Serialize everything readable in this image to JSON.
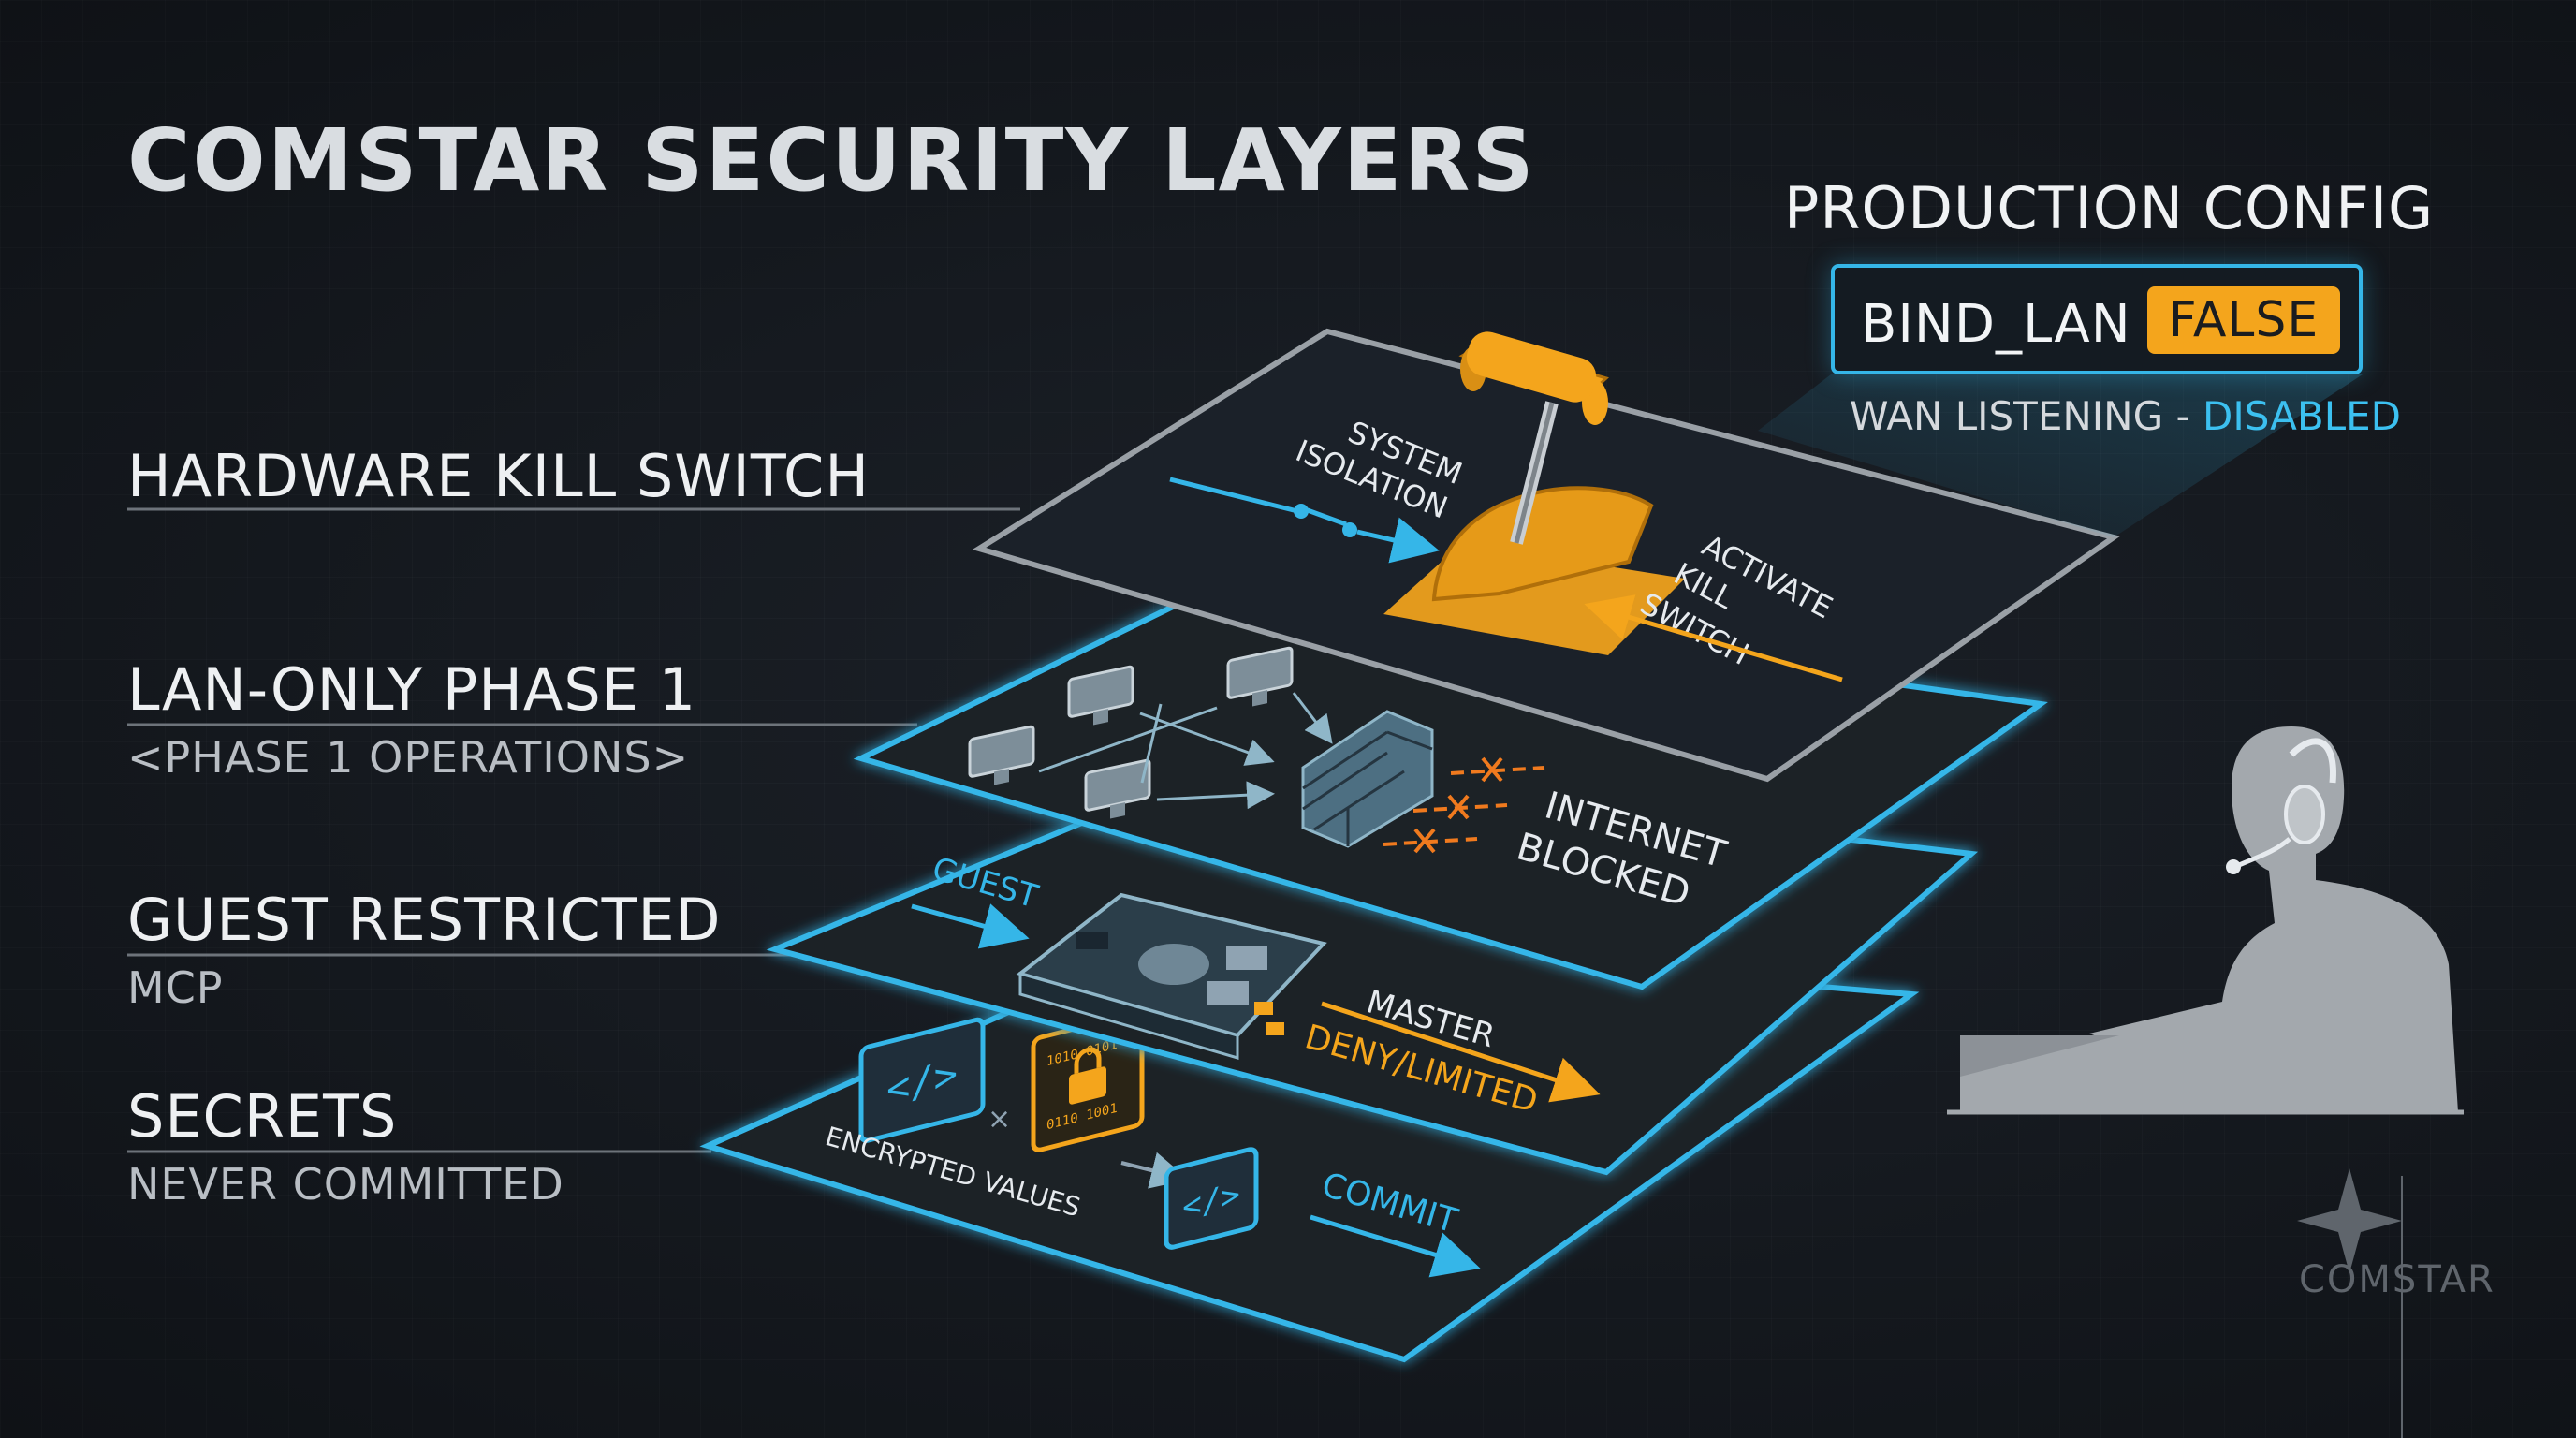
{
  "title": "COMSTAR SECURITY LAYERS",
  "layers": [
    {
      "label": "HARDWARE KILL SWITCH",
      "sublabel": ""
    },
    {
      "label": "LAN-ONLY PHASE 1",
      "sublabel": "<PHASE 1 OPERATIONS>"
    },
    {
      "label": "GUEST RESTRICTED",
      "sublabel": "MCP"
    },
    {
      "label": "SECRETS",
      "sublabel": "NEVER COMMITTED"
    }
  ],
  "config": {
    "title": "PRODUCTION CONFIG",
    "key": "BIND_LAN",
    "value": "FALSE",
    "wan_prefix": "WAN LISTENING",
    "wan_separator": "-",
    "wan_state": "DISABLED"
  },
  "diagram": {
    "kill_switch_system": [
      "SYSTEM",
      "ISOLATION"
    ],
    "kill_switch_activate": [
      "ACTIVATE",
      "KILL",
      "SWITCH"
    ],
    "internet": [
      "INTERNET",
      "BLOCKED"
    ],
    "guest": "GUEST",
    "master": "MASTER",
    "deny": "DENY/LIMITED",
    "encrypted": "ENCRYPTED VALUES",
    "commit": "COMMIT"
  },
  "brand": "COMSTAR",
  "colors": {
    "background": "#15191f",
    "accent_blue": "#35b6e8",
    "accent_orange": "#f4a51c",
    "plate_top": "#9aa0a6",
    "panel": "#1b2129"
  },
  "icons": [
    "kill-switch-lever-icon",
    "computer-icon",
    "firewall-icon",
    "blocked-x-icon",
    "raspberry-pi-board-icon",
    "code-file-icon",
    "encrypted-file-lock-icon",
    "operator-headset-icon",
    "comstar-star-logo-icon"
  ]
}
